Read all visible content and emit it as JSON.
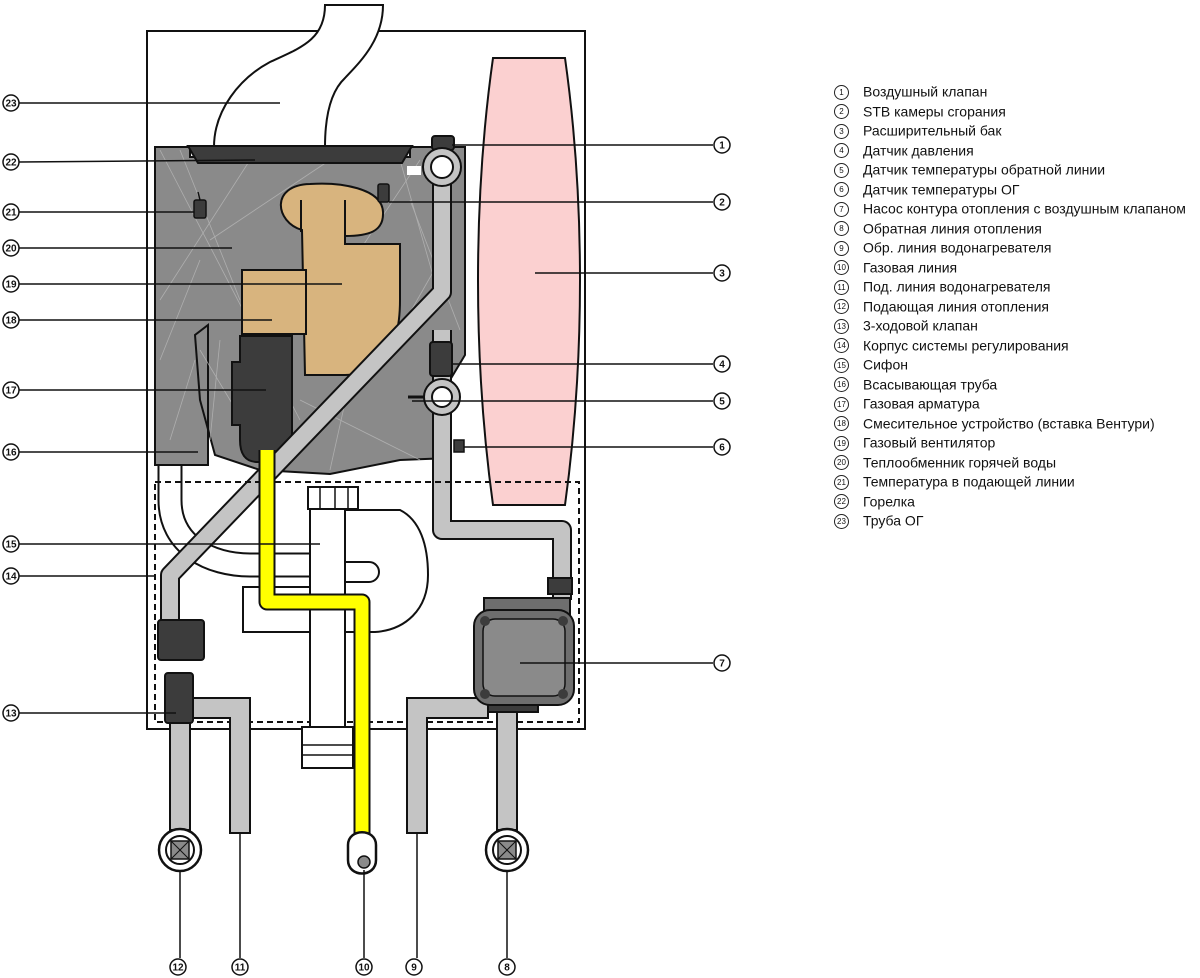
{
  "legend": [
    {
      "num": "1",
      "label": "Воздушный клапан"
    },
    {
      "num": "2",
      "label": "STB камеры сгорания"
    },
    {
      "num": "3",
      "label": "Расширительный бак"
    },
    {
      "num": "4",
      "label": "Датчик давления"
    },
    {
      "num": "5",
      "label": "Датчик температуры обратной линии"
    },
    {
      "num": "6",
      "label": "Датчик температуры ОГ"
    },
    {
      "num": "7",
      "label": "Насос контура отопления с воздушным клапаном"
    },
    {
      "num": "8",
      "label": "Обратная линия отопления"
    },
    {
      "num": "9",
      "label": "Обр. линия водонагревателя"
    },
    {
      "num": "10",
      "label": "Газовая линия"
    },
    {
      "num": "11",
      "label": "Под. линия водонагревателя"
    },
    {
      "num": "12",
      "label": "Подающая линия отопления"
    },
    {
      "num": "13",
      "label": "3-ходовой клапан"
    },
    {
      "num": "14",
      "label": "Корпус системы регулирования"
    },
    {
      "num": "15",
      "label": "Сифон"
    },
    {
      "num": "16",
      "label": "Всасывающая труба"
    },
    {
      "num": "17",
      "label": "Газовая арматура"
    },
    {
      "num": "18",
      "label": "Смесительное устройство (вставка Вентури)"
    },
    {
      "num": "19",
      "label": "Газовый вентилятор"
    },
    {
      "num": "20",
      "label": "Теплообменник горячей воды"
    },
    {
      "num": "21",
      "label": "Температура в подающей линии"
    },
    {
      "num": "22",
      "label": "Горелка"
    },
    {
      "num": "23",
      "label": "Труба ОГ"
    }
  ],
  "colors": {
    "heat_exchanger": "#8a8a8a",
    "pipe": "#c4c4c4",
    "gas_line": "#ffff00",
    "fan": "#d8b47e",
    "expansion_tank": "#fbd0d0",
    "dark_part": "#3c3c3c",
    "outline": "#111111"
  }
}
